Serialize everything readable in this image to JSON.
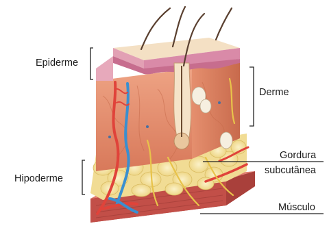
{
  "labels": {
    "epiderme": "Epiderme",
    "derme": "Derme",
    "gordura_line1": "Gordura",
    "gordura_line2": "subcutânea",
    "hipoderme": "Hipoderme",
    "musculo": "Músculo"
  },
  "colors": {
    "epidermis_top": "#f2dcc2",
    "epidermis_layer": "#d98aa8",
    "dermis": "#e79a78",
    "hypodermis_fat": "#f3e4a0",
    "muscle": "#c9564f",
    "artery": "#e0433a",
    "vein": "#3a8fd0",
    "nerve": "#e8c34a",
    "hair": "#5a4030"
  }
}
